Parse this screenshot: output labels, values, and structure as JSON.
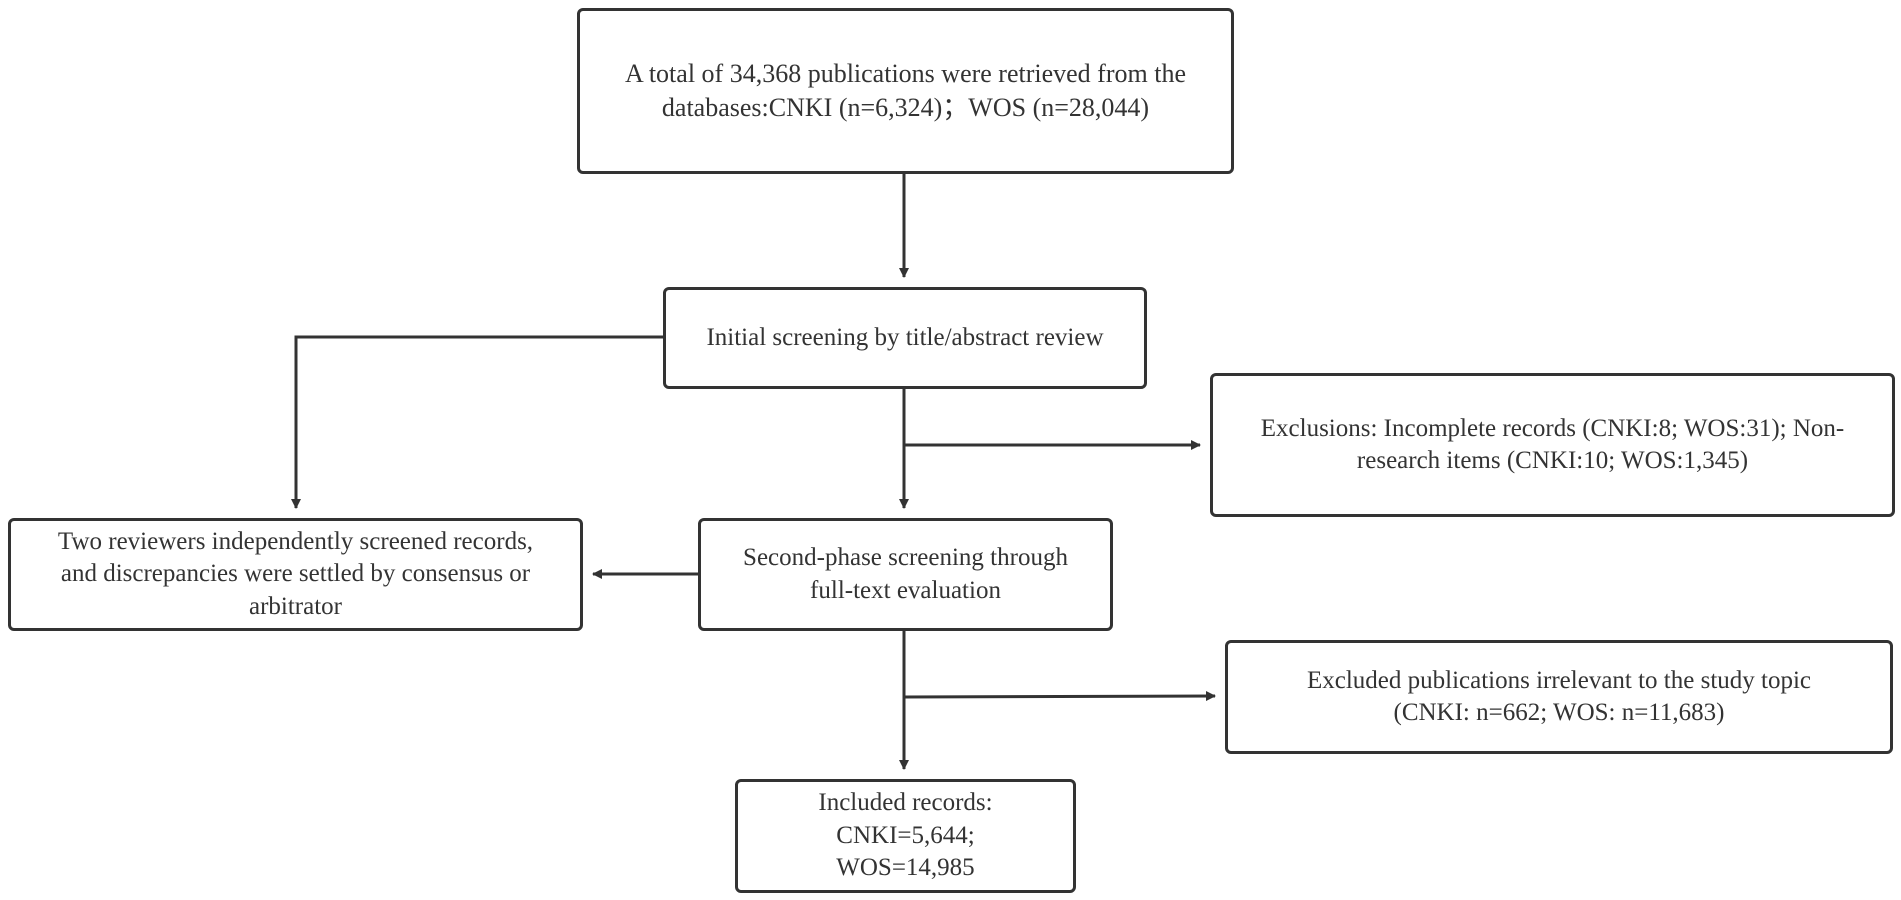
{
  "flowchart": {
    "total": {
      "line1": "A total of 34,368 publications were retrieved from the",
      "line2": "databases:CNKI (n=6,324)；WOS (n=28,044)"
    },
    "initial_screening": {
      "line1": "Initial screening by title/abstract review"
    },
    "exclusions": {
      "line1": "Exclusions: Incomplete records (CNKI:8; WOS:31); Non-",
      "line2": "research items (CNKI:10; WOS:1,345)"
    },
    "reviewers": {
      "line1": "Two reviewers independently screened records,",
      "line2": "and discrepancies were settled by consensus or",
      "line3": "arbitrator"
    },
    "second_phase": {
      "line1": "Second-phase screening through",
      "line2": "full-text evaluation"
    },
    "excluded_irrelevant": {
      "line1": "Excluded publications irrelevant to the study topic",
      "line2": "(CNKI: n=662; WOS: n=11,683)"
    },
    "included": {
      "line1": "Included records:",
      "line2": "CNKI=5,644;",
      "line3": "WOS=14,985"
    }
  },
  "colors": {
    "stroke": "#333333",
    "background": "#ffffff"
  }
}
